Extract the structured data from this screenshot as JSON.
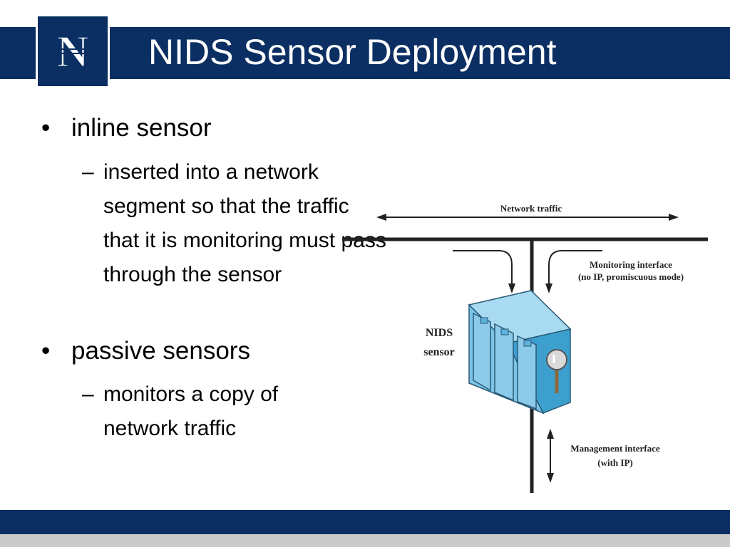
{
  "slide": {
    "title": "NIDS Sensor Deployment",
    "logo_letter": "N",
    "bullets": [
      {
        "text": "inline sensor",
        "sub": [
          "inserted into a network segment so that the traffic that it is monitoring must pass through the sensor"
        ]
      },
      {
        "text": "passive sensors",
        "sub": [
          "monitors a copy of network traffic"
        ]
      }
    ]
  },
  "diagram": {
    "network_traffic_label": "Network traffic",
    "monitoring_interface_label_line1": "Monitoring interface",
    "monitoring_interface_label_line2": "(no IP, promiscuous mode)",
    "sensor_label_line1": "NIDS",
    "sensor_label_line2": "sensor",
    "management_interface_label_line1": "Management interface",
    "management_interface_label_line2": "(with IP)"
  },
  "colors": {
    "brand_navy": "#0b2f63",
    "footer_gray": "#c9c9c9",
    "sensor_blue": "#7cc3e6"
  }
}
